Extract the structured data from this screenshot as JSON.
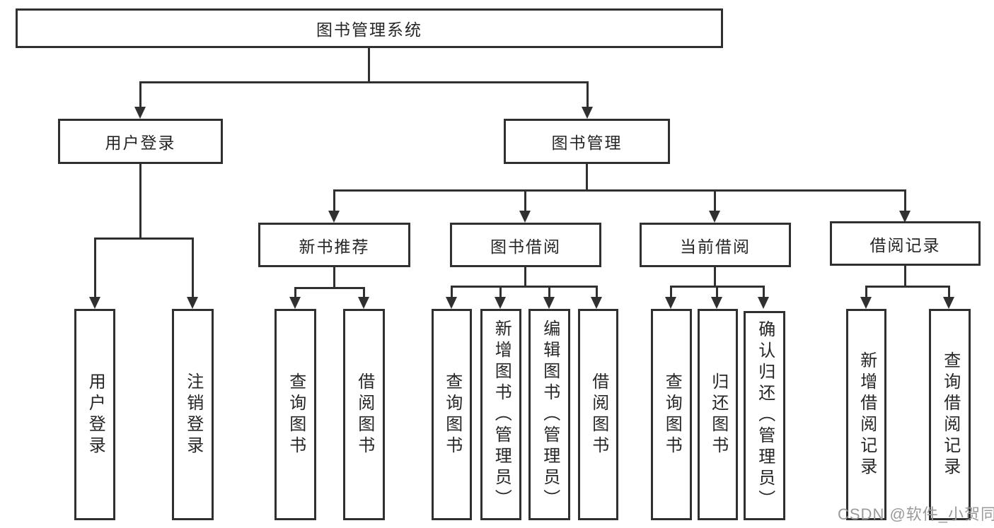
{
  "diagram": {
    "root_label": "图书管理系统",
    "branches": [
      {
        "label": "用户登录",
        "children": [
          {
            "label": "用户登录"
          },
          {
            "label": "注销登录"
          }
        ]
      },
      {
        "label": "图书管理",
        "children": [
          {
            "label": "新书推荐",
            "children": [
              {
                "label": "查询图书"
              },
              {
                "label": "借阅图书"
              }
            ]
          },
          {
            "label": "图书借阅",
            "children": [
              {
                "label": "查询图书"
              },
              {
                "label": "新增图书（管理员）"
              },
              {
                "label": "编辑图书（管理员）"
              },
              {
                "label": "借阅图书"
              }
            ]
          },
          {
            "label": "当前借阅",
            "children": [
              {
                "label": "查询图书"
              },
              {
                "label": "归还图书"
              },
              {
                "label": "确认归还（管理员）"
              }
            ]
          },
          {
            "label": "借阅记录",
            "children": [
              {
                "label": "新增借阅记录"
              },
              {
                "label": "查询借阅记录"
              }
            ]
          }
        ]
      }
    ]
  },
  "watermark": "CSDN @软件_小贺同学",
  "colors": {
    "line": "#303030",
    "text": "#262626",
    "background": "#ffffff",
    "watermark": "#9a9a9a"
  }
}
